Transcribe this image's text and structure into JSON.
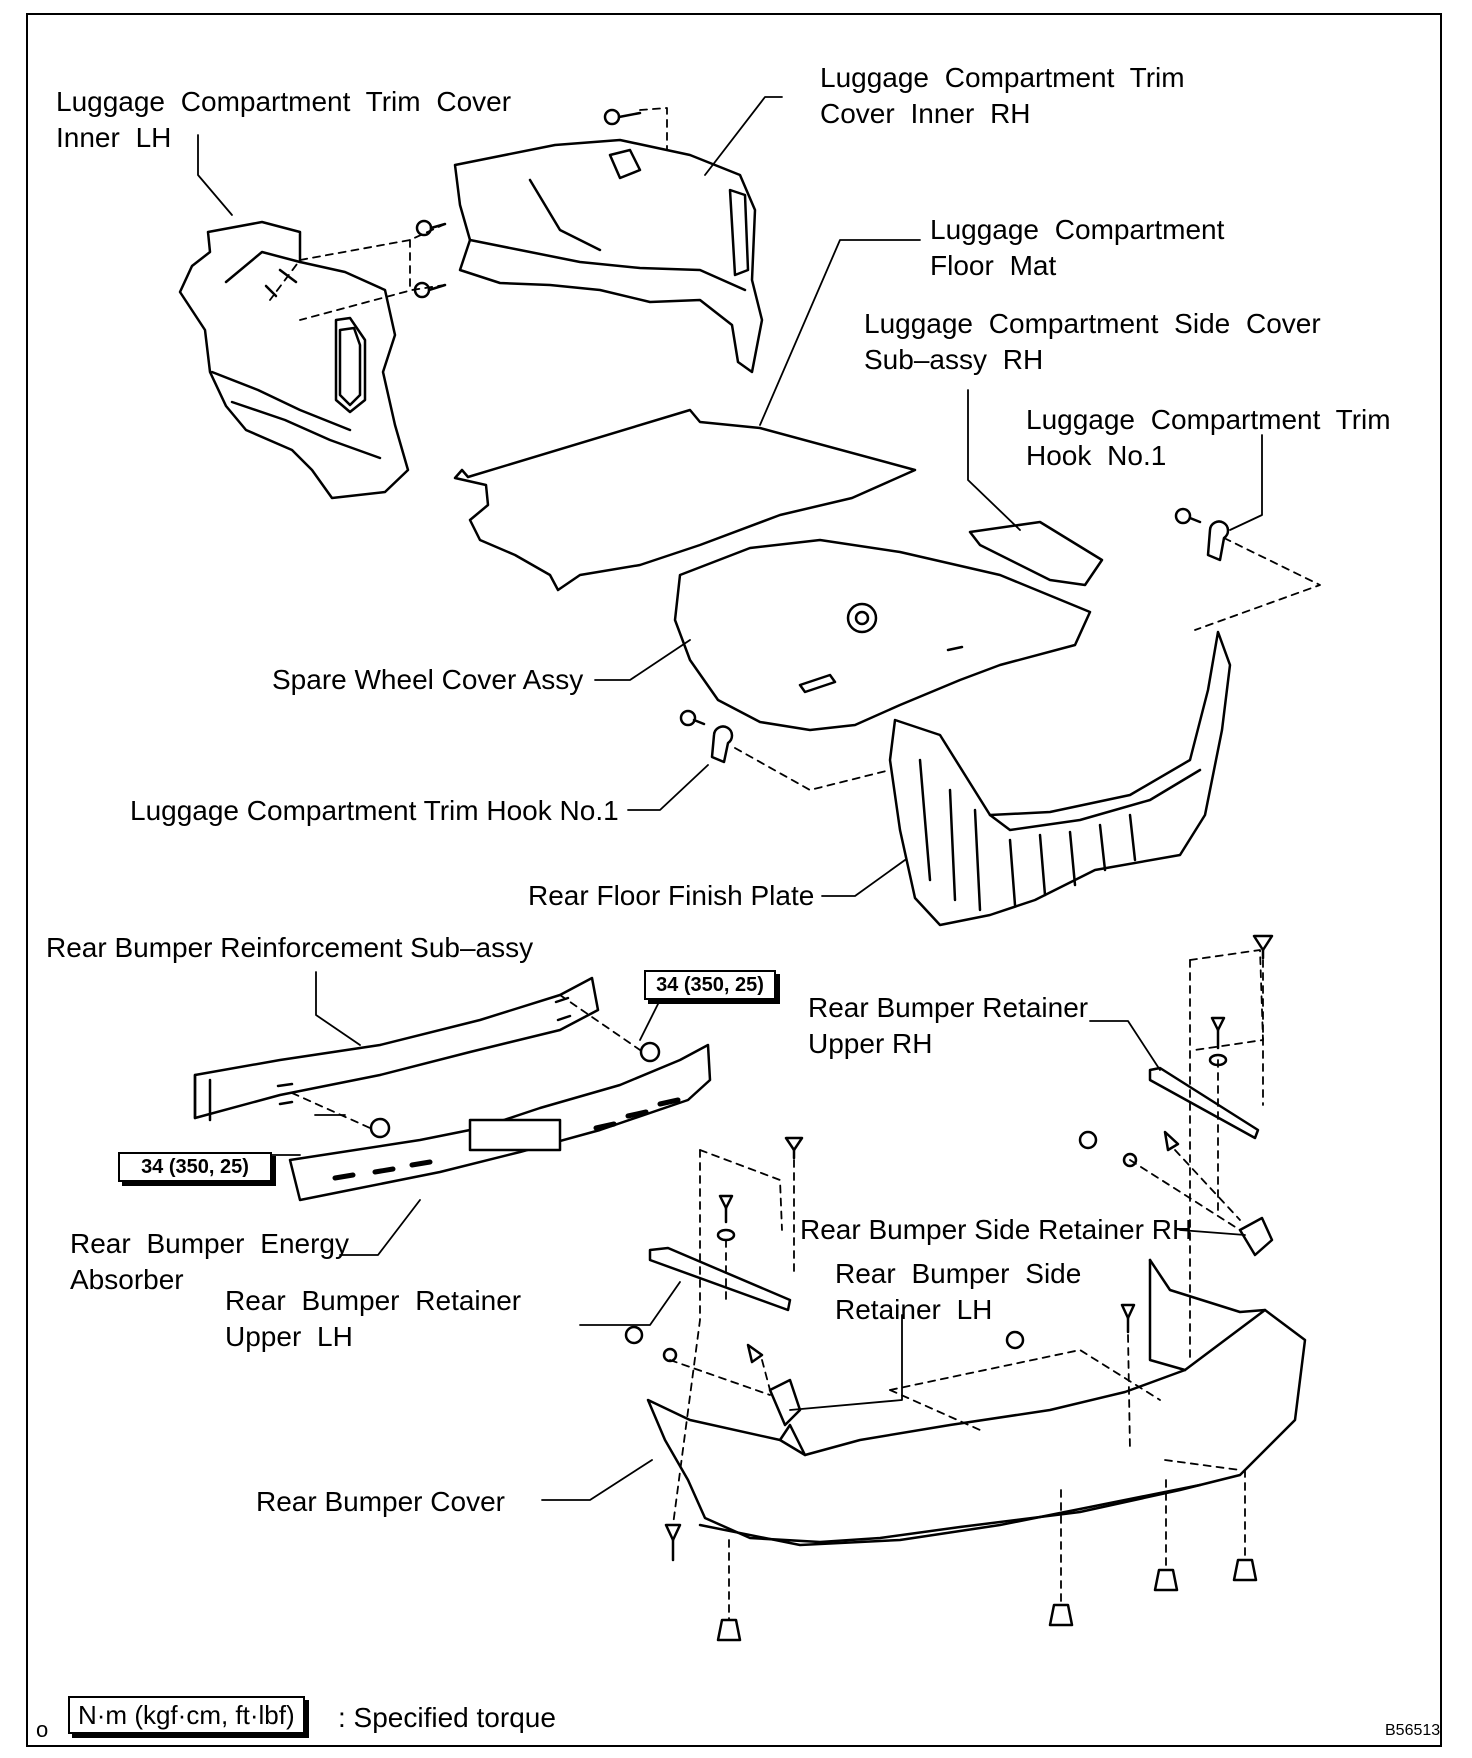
{
  "labels": {
    "trim_cover_inner_lh": [
      "Luggage Compartment Trim Cover",
      "Inner LH"
    ],
    "trim_cover_inner_rh": [
      "Luggage Compartment Trim",
      "Cover Inner RH"
    ],
    "floor_mat": [
      "Luggage Compartment",
      "Floor Mat"
    ],
    "side_cover_rh": [
      "Luggage Compartment Side Cover",
      "Sub–assy RH"
    ],
    "trim_hook_rh": [
      "Luggage Compartment Trim",
      "Hook No.1"
    ],
    "spare_wheel_cover": "Spare Wheel Cover Assy",
    "trim_hook_lh": "Luggage Compartment Trim Hook No.1",
    "rear_floor_finish_plate": "Rear Floor Finish Plate",
    "bumper_reinforcement": "Rear Bumper Reinforcement Sub–assy",
    "retainer_upper_rh": [
      "Rear Bumper Retainer",
      "Upper RH"
    ],
    "side_retainer_rh": "Rear Bumper Side Retainer RH",
    "energy_absorber": [
      "Rear Bumper Energy",
      "Absorber"
    ],
    "retainer_upper_lh": [
      "Rear Bumper Retainer",
      "Upper LH"
    ],
    "side_retainer_lh": [
      "Rear Bumper Side",
      "Retainer LH"
    ],
    "bumper_cover": "Rear Bumper Cover"
  },
  "torque": {
    "upper": "34 (350, 25)",
    "lower": "34 (350, 25)"
  },
  "legend": {
    "prefix": "o",
    "unit_box": "N·m (kgf·cm, ft·lbf)",
    "text": ": Specified torque"
  },
  "figure_code": "B56513"
}
